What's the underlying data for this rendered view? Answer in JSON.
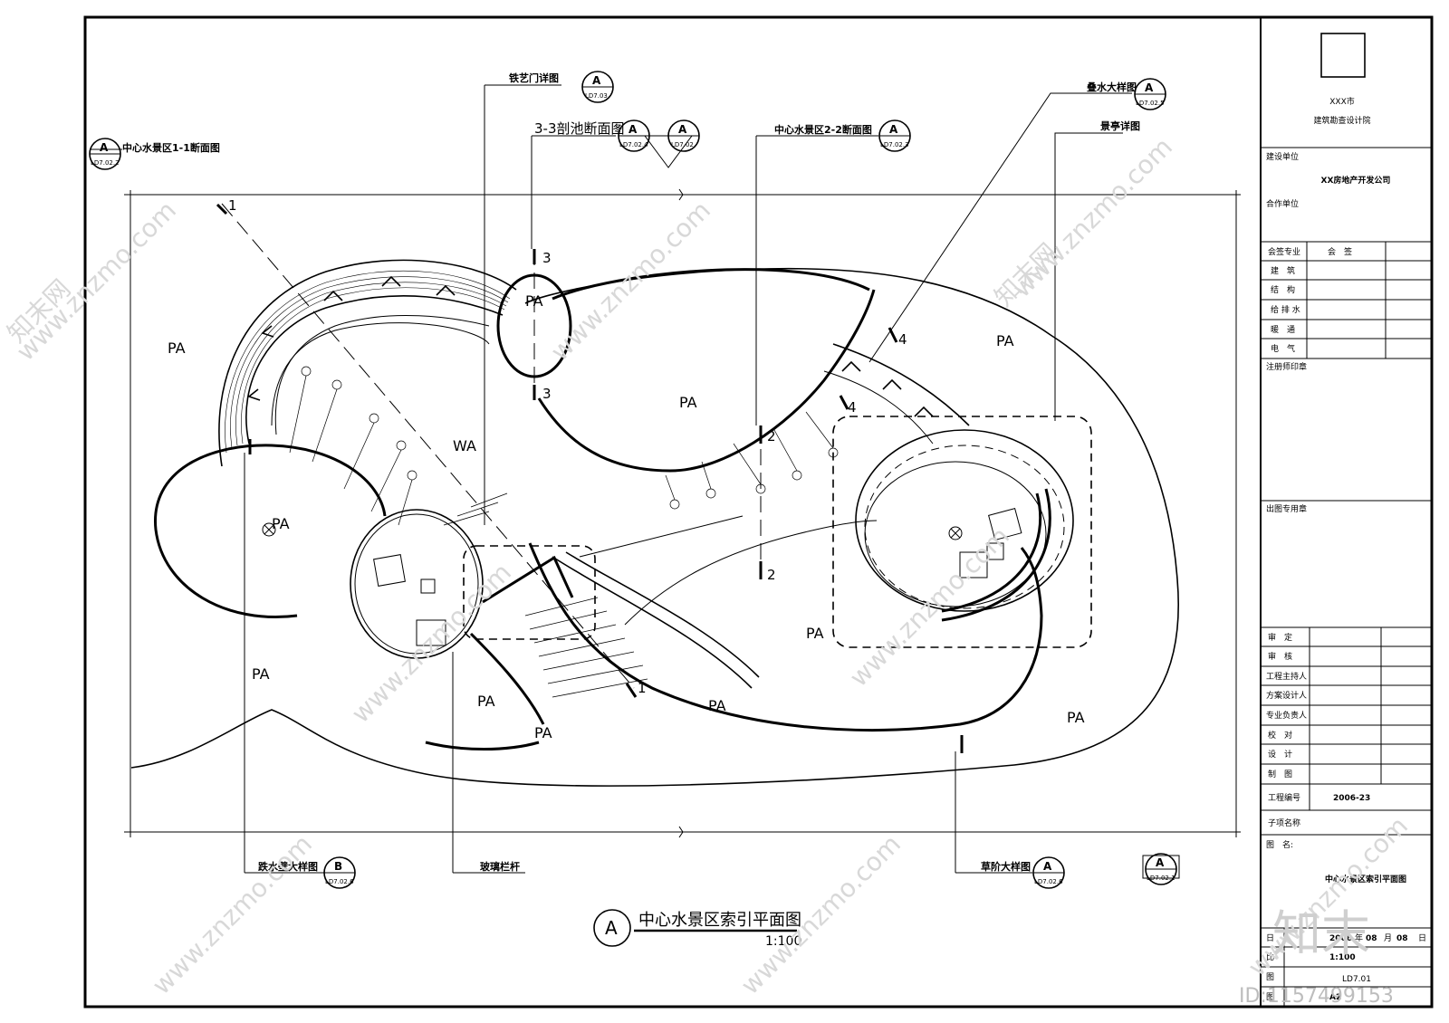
{
  "title_block": {
    "institute": "XXX市",
    "institute_name": "建筑勘查设计院",
    "client_label": "建设单位",
    "client_value": "XX房地产开发公司",
    "partner_label": "合作单位",
    "sign_header": "会签专业",
    "sign_col": "会　签",
    "disciplines": [
      "建　筑",
      "结　构",
      "给 排 水",
      "暖　通",
      "电　气"
    ],
    "reg_stamp": "注册师印章",
    "issue_stamp": "出图专用章",
    "roles": [
      "审　定",
      "审　核",
      "工程主持人",
      "方案设计人",
      "专业负责人",
      "校　对",
      "设　计",
      "制　图"
    ],
    "project_no_label": "工程编号",
    "project_no": "2006-23",
    "sub_item_label": "子项名称",
    "drawing_name_label": "图　名:",
    "drawing_name": "中心水景区索引平面图",
    "date_label": "日",
    "date_year": "2006",
    "date_y": "年",
    "date_month": "08",
    "date_m": "月",
    "date_day": "08",
    "date_d": "日",
    "scale_label": "比",
    "scale": "1:100",
    "sheet_label": "图",
    "sheet_no": "LD7.01",
    "size_label": "图",
    "size": "A2"
  },
  "plan": {
    "title": "中心水景区索引平面图",
    "title_symbol": "A",
    "scale": "1:100",
    "area_labels": [
      "PA",
      "PA",
      "PA",
      "PA",
      "PA",
      "PA",
      "PA",
      "PA",
      "PA",
      "PA",
      "WA"
    ],
    "section_marks": [
      "1",
      "1",
      "2",
      "2",
      "3",
      "3",
      "4",
      "4"
    ]
  },
  "callouts": [
    {
      "text": "中心水景区1-1断面图",
      "sym": "A",
      "ref": "LD7.02.2"
    },
    {
      "text": "铁艺门详图",
      "sym": "A",
      "ref": "LD7.03"
    },
    {
      "text": "3-3剖池断面图",
      "sym": "A",
      "ref": "LD7.02.4"
    },
    {
      "text": "",
      "sym": "A",
      "ref": "LD7.02"
    },
    {
      "text": "中心水景区2-2断面图",
      "sym": "A",
      "ref": "LD7.02.3"
    },
    {
      "text": "叠水大样图",
      "sym": "A",
      "ref": "LD7.02.5"
    },
    {
      "text": "景亭详图",
      "sym": "",
      "ref": ""
    },
    {
      "text": "跌水壁大样图",
      "sym": "B",
      "ref": "LD7.02.6"
    },
    {
      "text": "玻璃栏杆",
      "sym": "",
      "ref": ""
    },
    {
      "text": "草阶大样图",
      "sym": "A",
      "ref": "LD7.02.6"
    },
    {
      "text": "",
      "sym": "A",
      "ref": "LD7.02.1"
    }
  ],
  "watermark": {
    "site": "www.znzmo.com",
    "brand": "知末网",
    "logo": "知末",
    "id": "ID:1157499153"
  }
}
